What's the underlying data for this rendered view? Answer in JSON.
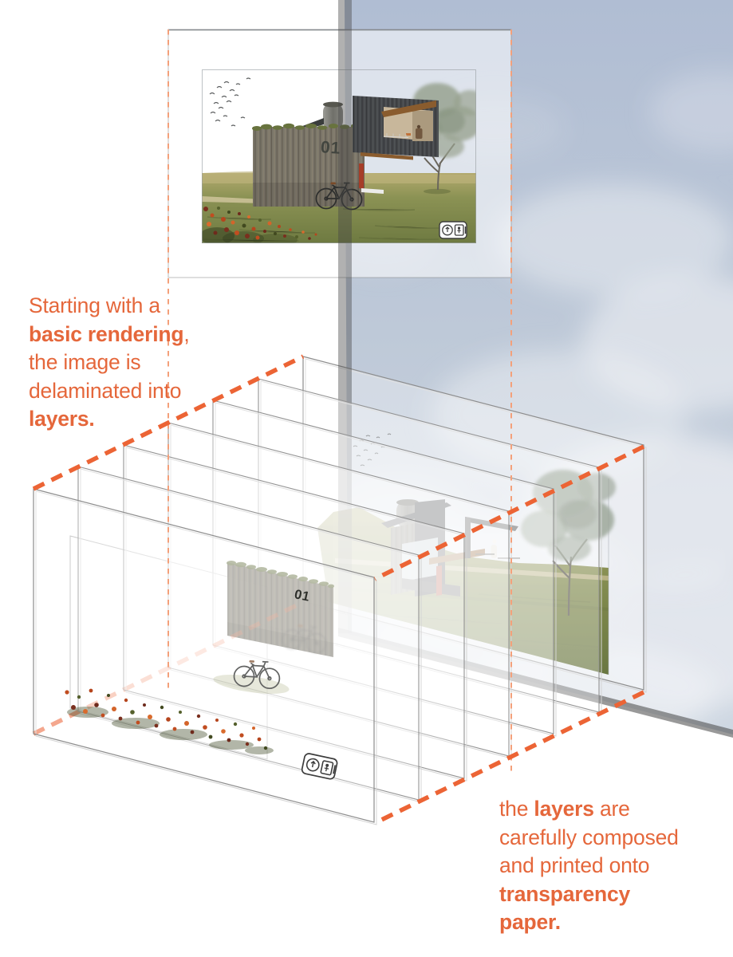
{
  "annotations": {
    "left": {
      "lines": [
        [
          {
            "text": "Starting with a",
            "bold": false
          }
        ],
        [
          {
            "text": "basic rendering",
            "bold": true
          },
          {
            "text": ",",
            "bold": false
          }
        ],
        [
          {
            "text": "the image is",
            "bold": false
          }
        ],
        [
          {
            "text": "delaminated into",
            "bold": false
          }
        ],
        [
          {
            "text": "layers.",
            "bold": true
          }
        ]
      ]
    },
    "right": {
      "lines": [
        [
          {
            "text": "the ",
            "bold": false
          },
          {
            "text": "layers",
            "bold": true
          },
          {
            "text": " are",
            "bold": false
          }
        ],
        [
          {
            "text": "carefully composed",
            "bold": false
          }
        ],
        [
          {
            "text": "and printed onto",
            "bold": false
          }
        ],
        [
          {
            "text": "transparency",
            "bold": true
          }
        ],
        [
          {
            "text": "paper.",
            "bold": true
          }
        ]
      ]
    }
  },
  "rendering": {
    "unit_number": "01"
  },
  "colors": {
    "accent": "#e5673b",
    "accent_dash": "#ec6435",
    "accent_dash_light": "#f4a07a",
    "sky_top": "#b2bfd4",
    "sky_bottom": "#cdd6e1",
    "grass": "#8b9254",
    "wood": "#8b8678",
    "ribbon_gray": "#464646"
  }
}
